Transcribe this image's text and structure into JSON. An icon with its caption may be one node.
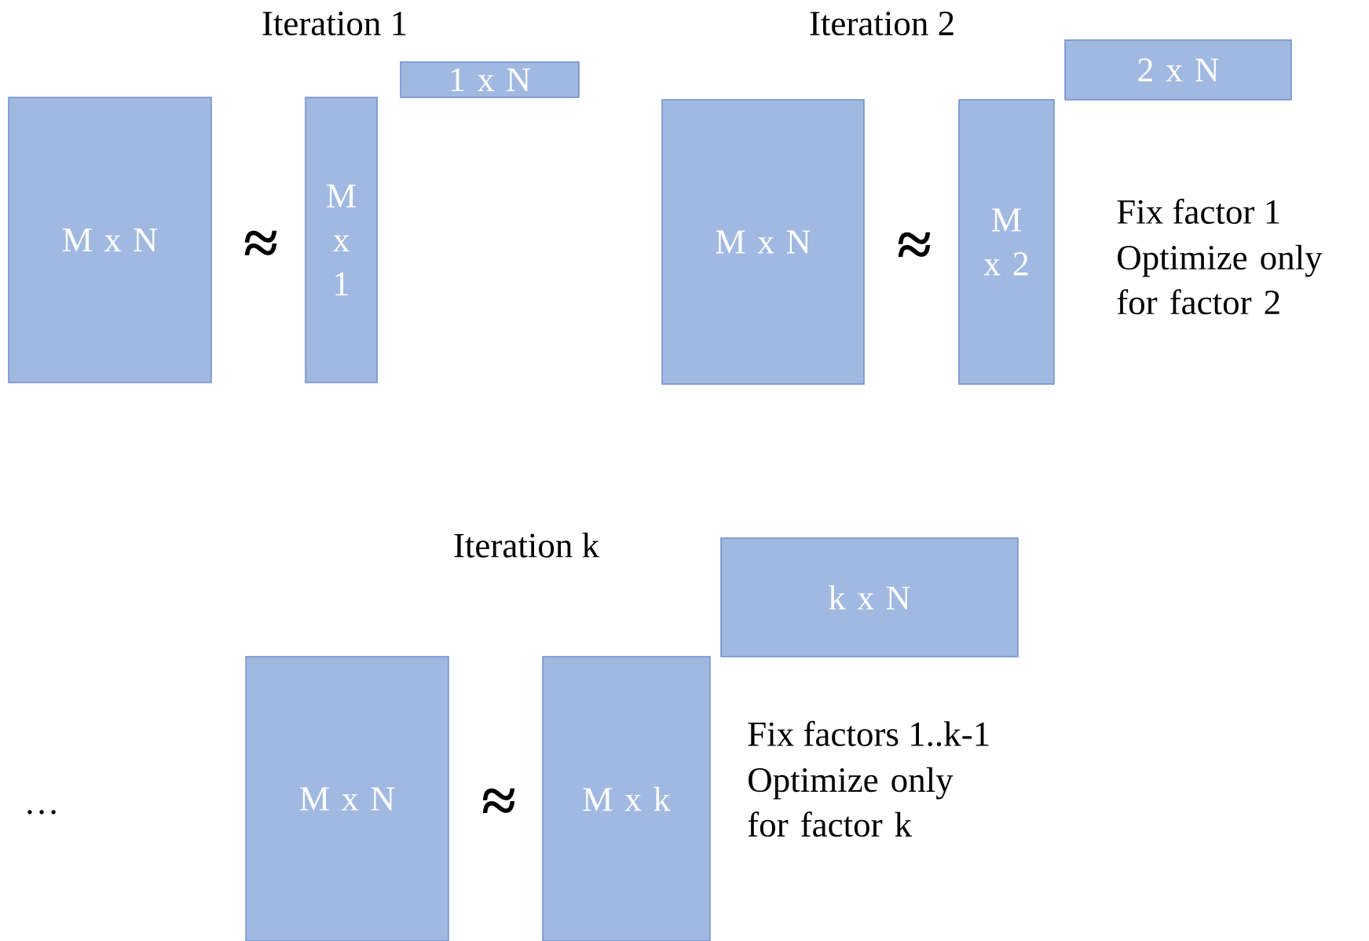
{
  "diagram": {
    "nodes": [
      {
        "text": [
          "M x N"
        ]
      },
      {
        "text": [
          "M x 1"
        ]
      },
      {
        "text": [
          "1 x N"
        ]
      },
      {
        "text": [
          "M x N"
        ]
      },
      {
        "text": [
          "M x 2"
        ]
      },
      {
        "text": [
          "2 x N"
        ]
      },
      {
        "text": [
          "k x N"
        ]
      },
      {
        "text": [
          "M x N"
        ]
      },
      {
        "text": [
          "M x k"
        ]
      }
    ],
    "labels": [
      "Iteration 1",
      "Iteration 2",
      "≈",
      "≈",
      "Fix factor 1",
      "Optimize only for factor 2",
      "Iteration k",
      "Fix factors 1..k-1",
      "Optimize only for factor k",
      "…",
      "≈"
    ]
  }
}
